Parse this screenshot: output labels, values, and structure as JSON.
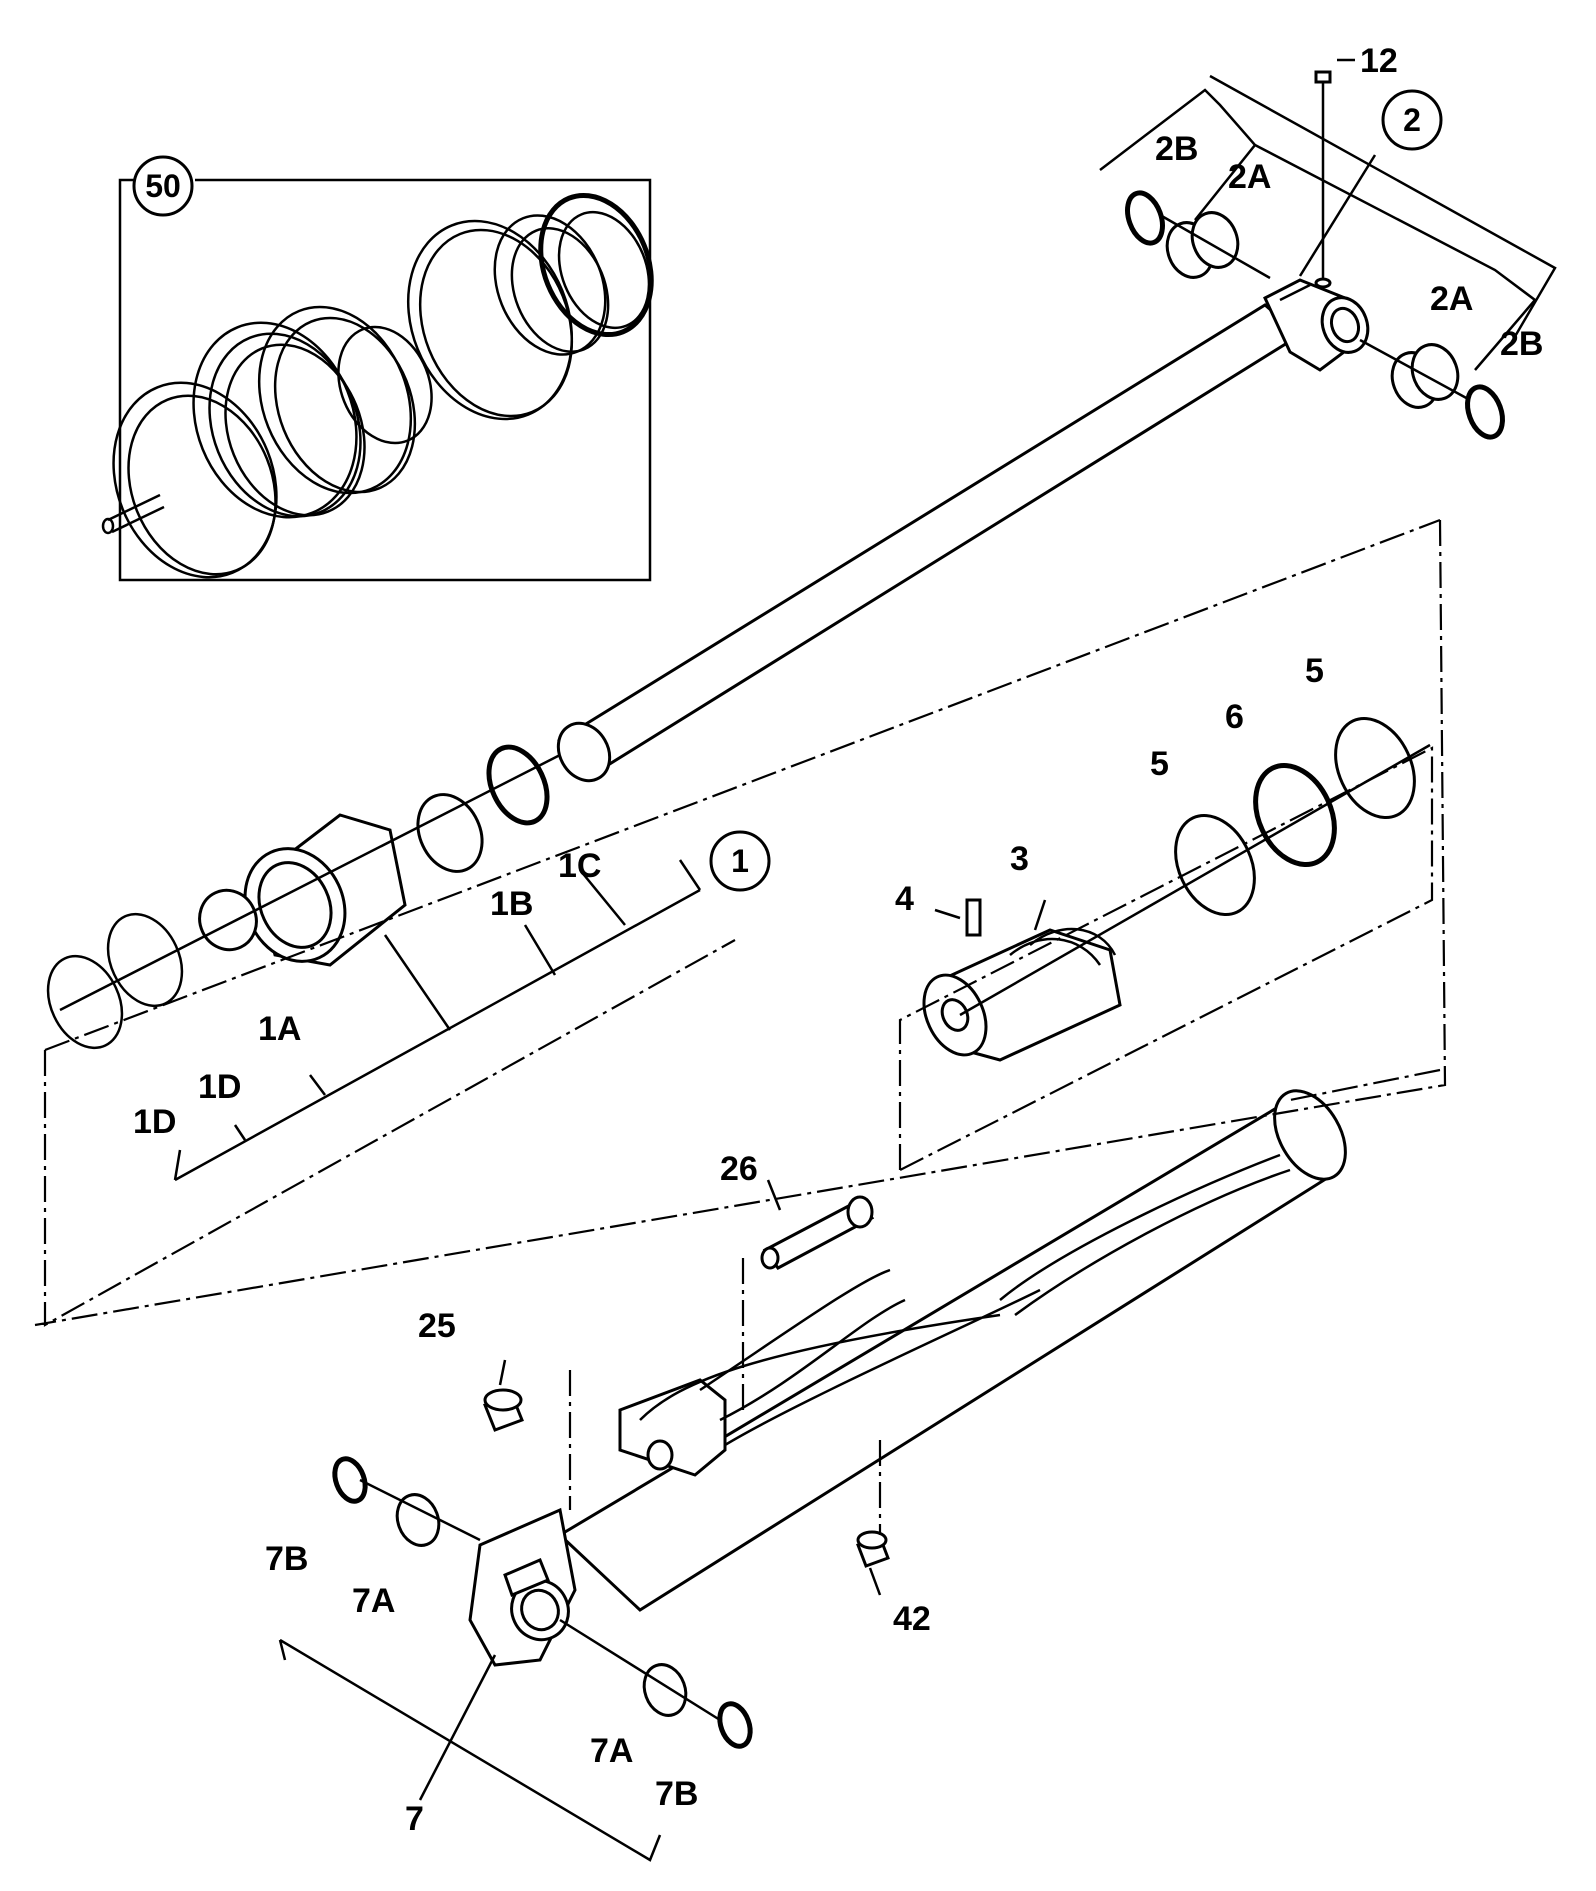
{
  "callouts": {
    "c50": "50",
    "c2": "2",
    "c1": "1"
  },
  "labels": {
    "l12": "12",
    "l2B_top": "2B",
    "l2A_top": "2A",
    "l2A_right": "2A",
    "l2B_right": "2B",
    "l5_right": "5",
    "l6": "6",
    "l5_left": "5",
    "l3": "3",
    "l4": "4",
    "l1C": "1C",
    "l1B": "1B",
    "l1A": "1A",
    "l1D_right": "1D",
    "l1D_left": "1D",
    "l26": "26",
    "l25": "25",
    "l7B_left": "7B",
    "l7A_left": "7A",
    "l42": "42",
    "l7A_right": "7A",
    "l7B_right": "7B",
    "l7": "7"
  }
}
